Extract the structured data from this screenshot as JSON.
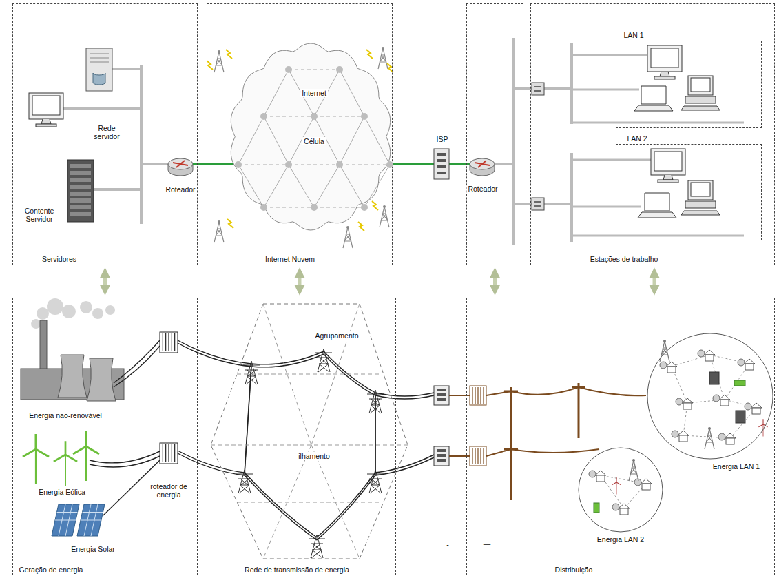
{
  "diagram": {
    "nodes": [
      {
        "text": [
          "Servidores"
        ]
      },
      {
        "text": [
          "Internet Nuvem"
        ]
      },
      {
        "text": [
          "Internet",
          "Célula"
        ],
        "in": 1
      },
      {
        "text": [
          "Roteador"
        ]
      },
      {
        "text": [
          "Estações de trabalho"
        ]
      },
      {
        "text": [
          "LAN 1"
        ],
        "in": 4
      },
      {
        "text": [
          "LAN 2"
        ],
        "in": 4
      },
      {
        "text": [
          "Geração de energia"
        ]
      },
      {
        "text": [
          "Rede de transmissão de energia"
        ]
      },
      {
        "text": [
          "Agrupamento",
          "ilhamento"
        ],
        "in": 8
      },
      {
        "text": [
          "—"
        ]
      },
      {
        "text": [
          "Distribuição"
        ]
      },
      {
        "text": [
          "Energia LAN 1"
        ],
        "in": 11
      },
      {
        "text": [
          "Energia LAN 2"
        ],
        "in": 11
      }
    ],
    "edges": [
      {
        "from": 0,
        "to": 7,
        "arrow": "both"
      },
      {
        "from": 1,
        "to": 8,
        "arrow": "both"
      },
      {
        "from": 3,
        "to": 10,
        "arrow": "both"
      },
      {
        "from": 4,
        "to": 11,
        "arrow": "both"
      }
    ],
    "labels": [
      "Rede servidor",
      "Contente Servidor",
      "Roteador",
      "ISP",
      "Energia não-renovável",
      "Energia Eólica",
      "Energia Solar",
      "roteador de energia",
      "-"
    ]
  }
}
